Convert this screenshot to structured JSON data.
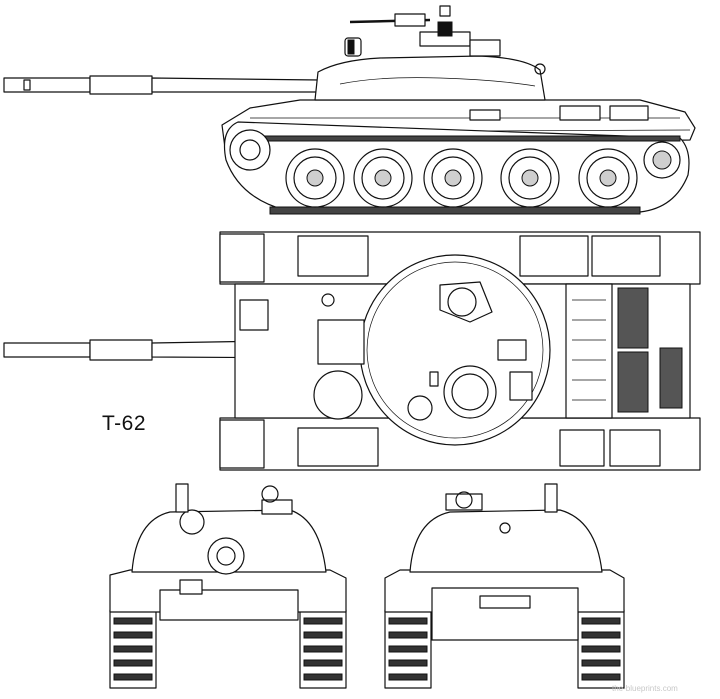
{
  "drawing": {
    "designation": "T-62",
    "watermark": "the-blueprints.com"
  },
  "views": [
    {
      "name": "side-view"
    },
    {
      "name": "top-view"
    },
    {
      "name": "front-view"
    },
    {
      "name": "rear-view"
    }
  ]
}
